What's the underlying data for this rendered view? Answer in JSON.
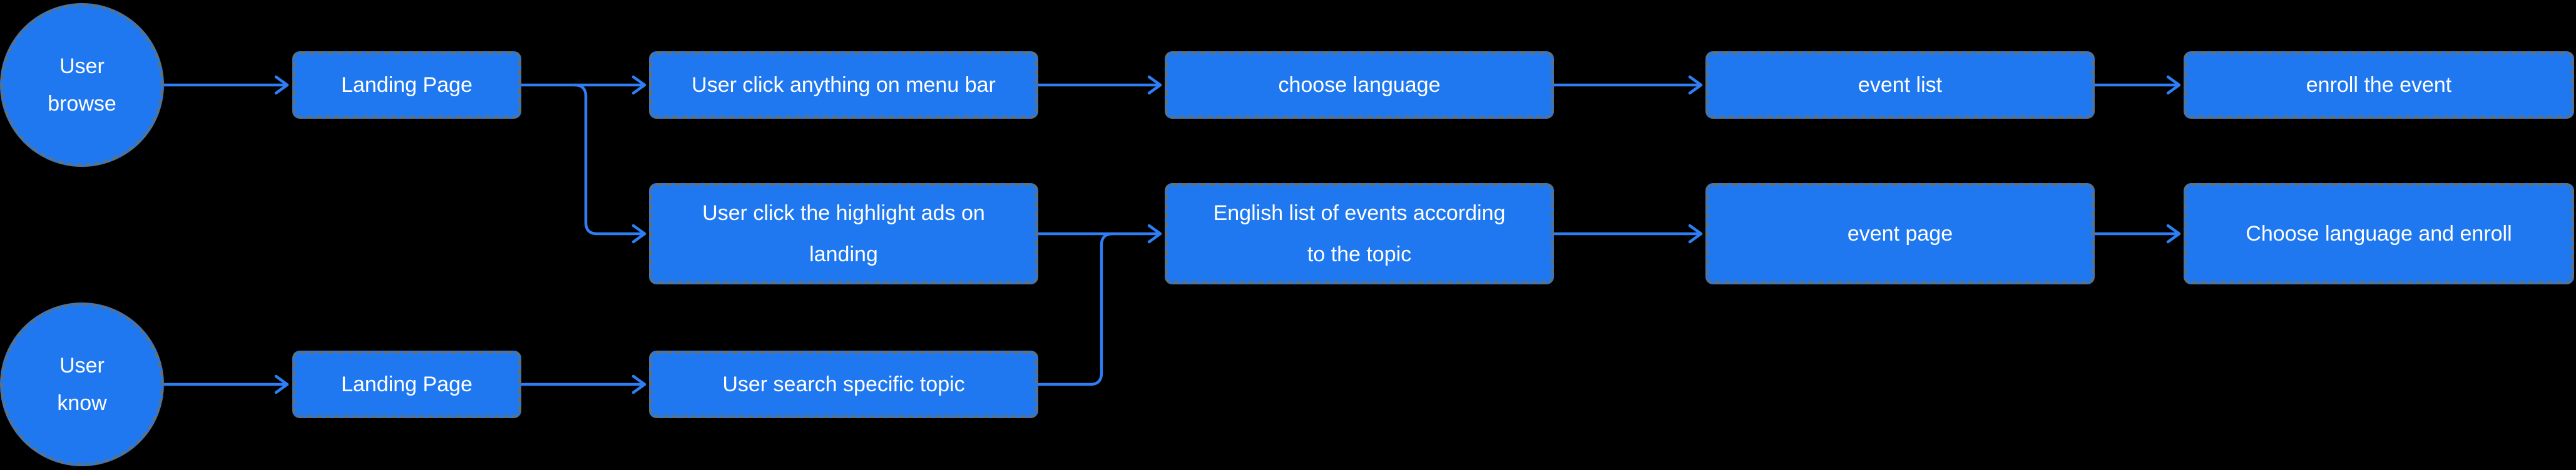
{
  "diagram": {
    "type": "flowchart",
    "colors": {
      "bg": "#000000",
      "node_fill": "#1F78EF",
      "node_dash": "#5B7286",
      "connector": "#2F7EF5",
      "text": "#FFFFFF"
    },
    "nodes": {
      "user_browse": {
        "label": "User\nbrowse",
        "shape": "circle"
      },
      "landing_top": {
        "label": "Landing Page",
        "shape": "rect"
      },
      "menu_bar": {
        "label": "User click anything on menu bar",
        "shape": "rect"
      },
      "choose_language": {
        "label": "choose language",
        "shape": "rect"
      },
      "event_list": {
        "label": "event list",
        "shape": "rect"
      },
      "enroll_event": {
        "label": "enroll the event",
        "shape": "rect"
      },
      "highlight_ads": {
        "label": "User click the highlight ads on\nlanding",
        "shape": "rect"
      },
      "english_list": {
        "label": "English list of events according\nto the topic",
        "shape": "rect"
      },
      "event_page": {
        "label": "event page",
        "shape": "rect"
      },
      "choose_enroll": {
        "label": "Choose language and enroll",
        "shape": "rect"
      },
      "user_know": {
        "label": "User\nknow",
        "shape": "circle"
      },
      "landing_bottom": {
        "label": "Landing Page",
        "shape": "rect"
      },
      "search_topic": {
        "label": "User search specific topic",
        "shape": "rect"
      }
    },
    "connections": [
      {
        "from": "user_browse",
        "to": "landing_top"
      },
      {
        "from": "landing_top",
        "to": "menu_bar"
      },
      {
        "from": "landing_top",
        "to": "highlight_ads"
      },
      {
        "from": "menu_bar",
        "to": "choose_language"
      },
      {
        "from": "choose_language",
        "to": "event_list"
      },
      {
        "from": "event_list",
        "to": "enroll_event"
      },
      {
        "from": "highlight_ads",
        "to": "english_list"
      },
      {
        "from": "english_list",
        "to": "event_page"
      },
      {
        "from": "event_page",
        "to": "choose_enroll"
      },
      {
        "from": "user_know",
        "to": "landing_bottom"
      },
      {
        "from": "landing_bottom",
        "to": "search_topic"
      },
      {
        "from": "search_topic",
        "to": "english_list"
      }
    ]
  }
}
